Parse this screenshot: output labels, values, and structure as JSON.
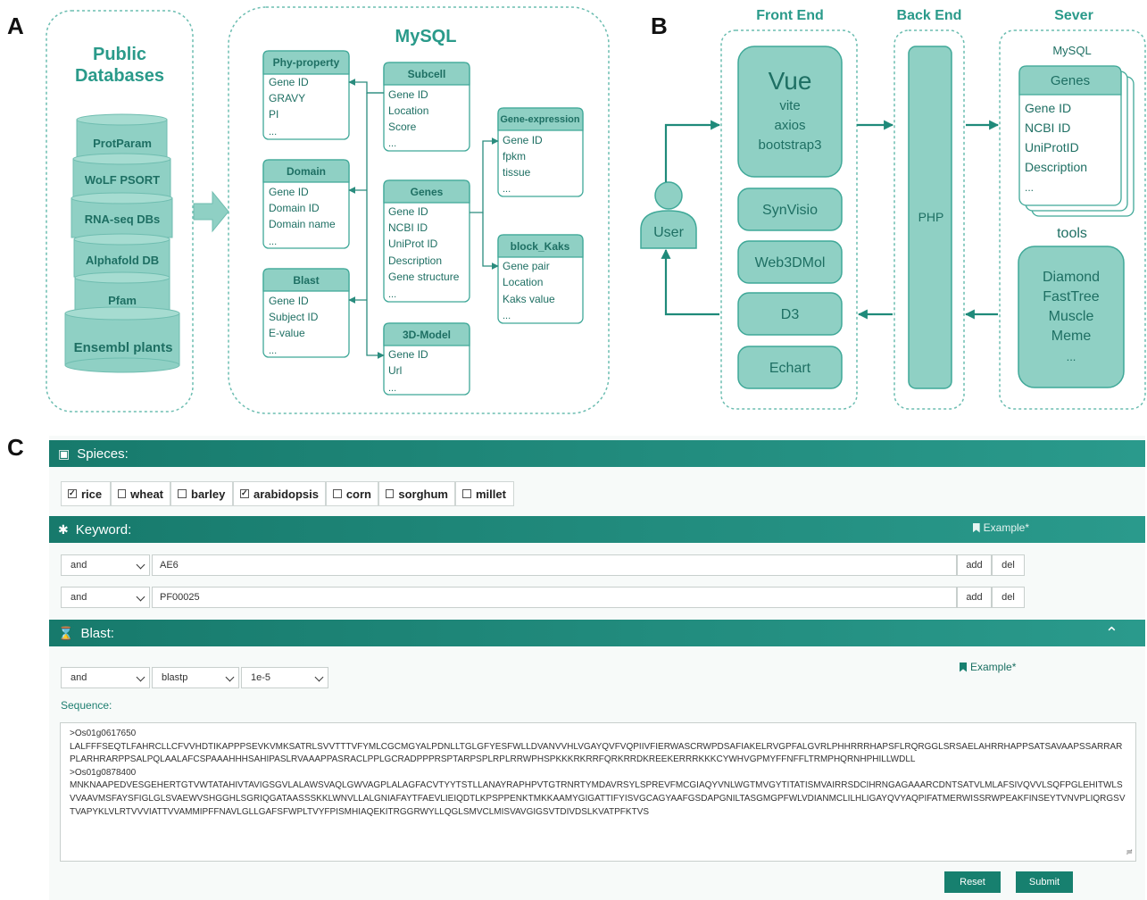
{
  "panel_labels": {
    "a": "A",
    "b": "B",
    "c": "C"
  },
  "panel_a": {
    "public_title_line1": "Public",
    "public_title_line2": "Databases",
    "sources": [
      "ProtParam",
      "WoLF PSORT",
      "RNA-seq DBs",
      "Alphafold DB",
      "Pfam",
      "Ensembl plants"
    ],
    "mysql_title": "MySQL",
    "tables": [
      {
        "title": "Phy-property",
        "fields": [
          "Gene ID",
          "GRAVY",
          "PI",
          "..."
        ]
      },
      {
        "title": "Subcell",
        "fields": [
          "Gene ID",
          "Location",
          "Score",
          "..."
        ]
      },
      {
        "title": "Gene-expression",
        "fields": [
          "Gene ID",
          "fpkm",
          "tissue",
          "..."
        ]
      },
      {
        "title": "Domain",
        "fields": [
          "Gene ID",
          "Domain ID",
          "Domain name",
          "..."
        ]
      },
      {
        "title": "Genes",
        "fields": [
          "Gene ID",
          "NCBI ID",
          "UniProt ID",
          "Description",
          "Gene structure",
          "..."
        ]
      },
      {
        "title": "block_Kaks",
        "fields": [
          "Gene pair",
          "Location",
          "Kaks value",
          "..."
        ]
      },
      {
        "title": "Blast",
        "fields": [
          "Gene ID",
          "Subject ID",
          "E-value",
          "..."
        ]
      },
      {
        "title": "3D-Model",
        "fields": [
          "Gene ID",
          "Url",
          "..."
        ]
      }
    ]
  },
  "panel_b": {
    "front_end_label": "Front End",
    "back_end_label": "Back End",
    "server_label": "Sever",
    "user_label": "User",
    "vue": {
      "title": "Vue",
      "items": [
        "vite",
        "axios",
        "bootstrap3"
      ]
    },
    "front_libs": [
      "SynVisio",
      "Web3DMol",
      "D3",
      "Echart"
    ],
    "php_label": "PHP",
    "server_mysql_label": "MySQL",
    "genes_card": {
      "title": "Genes",
      "fields": [
        "Gene ID",
        "NCBI ID",
        "UniProtID",
        "Description",
        "..."
      ]
    },
    "tools_label": "tools",
    "tools": [
      "Diamond",
      "FastTree",
      "Muscle",
      "Meme",
      "..."
    ]
  },
  "panel_c": {
    "species_header": "Spieces:",
    "species": [
      {
        "label": "rice",
        "checked": true
      },
      {
        "label": "wheat",
        "checked": false
      },
      {
        "label": "barley",
        "checked": false
      },
      {
        "label": "arabidopsis",
        "checked": true
      },
      {
        "label": "corn",
        "checked": false
      },
      {
        "label": "sorghum",
        "checked": false
      },
      {
        "label": "millet",
        "checked": false
      }
    ],
    "keyword_header": "Keyword:",
    "example_label": "Example*",
    "keyword_rows": [
      {
        "op": "and",
        "value": "AE6",
        "add": "add",
        "del": "del"
      },
      {
        "op": "and",
        "value": "PF00025",
        "add": "add",
        "del": "del"
      }
    ],
    "blast_header": "Blast:",
    "blast_op": "and",
    "blast_program": "blastp",
    "blast_evalue": "1e-5",
    "sequence_label": "Sequence:",
    "sequence_lines": [
      ">Os01g0617650",
      "LALFFFSEQTLFAHRCLLCFVVHDTIKAPPPSEVKVMKSATRLSVVTTTVFYMLCGCMGYALPDNLLTGLGFYESFWLLDVANVVHLVGAYQVFVQPIIVFIERWASCRWPDSAFIAKELRVGPFALGVRLPHHRRRHAPSFLRQRGGLSRSAELAHRRHAPPSATSAVAAPSSARRARPLARHRARPPSALPQLAALAFCSPAAAHHHSAHIPASLRVAAAPPASRACLPPLGCRADPPPRSPTARPSPLRPLRRWPHSPKKKRKRRFQRKRRDKREEKERRRKKKCYWHVGPMYFFNFFLTRMPHQRNHPHILLWDLL",
      ">Os01g0878400",
      "MNKNAAPEDVESGEHERTGTVWTATAHIVTAVIGSGVLALAWSVAQLGWVAGPLALAGFACVTYYTSTLLANAYRAPHPVTGTRNRTYMDAVRSYLSPREVFMCGIAQYVNLWGTMVGYTITATISMVAIRRSDCIHRNGAGAAARCDNTSATVLMLAFSIVQVVLSQFPGLEHITWLSVVAAVMSFAYSFIGLGLSVAEWVSHGGHLSGRIQGATAASSSKKLWNVLLALGNIAFAYTFAEVLIEIQDTLKPSPPENKTMKKAAMYGIGATTIFYISVGCAGYAAFGSDAPGNILTASGMGPFWLVDIANMCLILHLIGAYQVYAQPIFATMERWISSRWPEAKFINSEYTVNVPLIQRGSVTVAPYKLVLRTVVVIATTVVAMMIPFFNAVLGLLGAFSFWPLTVYFPISMHIAQEKITRGGRWYLLQGLSMVCLMISVAVGIGSVTDIVDSLKVATPFKTVS"
    ],
    "reset_label": "Reset",
    "submit_label": "Submit"
  },
  "colors": {
    "teal": "#17806f",
    "teal_fill": "#8fd0c4",
    "teal_border": "#3fa898",
    "panel_fill": "#d6f0ea"
  }
}
